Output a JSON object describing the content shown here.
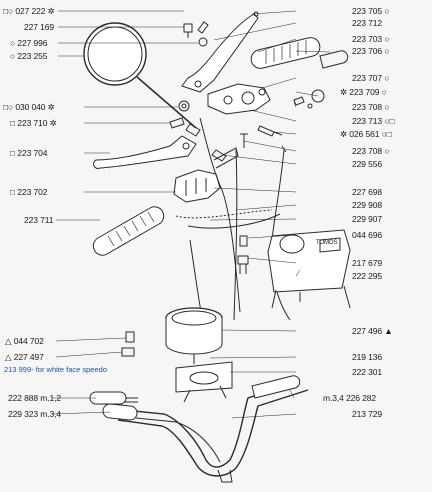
{
  "labels_left": [
    {
      "prefix": "□○",
      "code": "027 222",
      "suffix": "✲"
    },
    {
      "prefix": "",
      "code": "227 169",
      "suffix": ""
    },
    {
      "prefix": "○",
      "code": "227 996",
      "suffix": ""
    },
    {
      "prefix": "○",
      "code": "223 255",
      "suffix": ""
    },
    {
      "prefix": "□○",
      "code": "030 040",
      "suffix": "✲"
    },
    {
      "prefix": "□",
      "code": "223 710",
      "suffix": "✲"
    },
    {
      "prefix": "□",
      "code": "223 704",
      "suffix": ""
    },
    {
      "prefix": "□",
      "code": "223 702",
      "suffix": ""
    },
    {
      "prefix": "",
      "code": "223 711",
      "suffix": ""
    },
    {
      "prefix": "△",
      "code": "044 702",
      "suffix": ""
    },
    {
      "prefix": "△",
      "code": "227 497",
      "suffix": ""
    },
    {
      "prefix": "",
      "code": "222 888",
      "suffix": "m.1,2"
    },
    {
      "prefix": "",
      "code": "229 323",
      "suffix": "m.3,4"
    }
  ],
  "labels_right": [
    {
      "prefix": "",
      "code": "223 705",
      "suffix": "○"
    },
    {
      "prefix": "",
      "code": "223 712",
      "suffix": ""
    },
    {
      "prefix": "",
      "code": "223 703",
      "suffix": "○"
    },
    {
      "prefix": "",
      "code": "223 706",
      "suffix": "○"
    },
    {
      "prefix": "",
      "code": "223 707",
      "suffix": "○"
    },
    {
      "prefix": "✲",
      "code": "223 709",
      "suffix": "○"
    },
    {
      "prefix": "",
      "code": "223 708",
      "suffix": "○"
    },
    {
      "prefix": "",
      "code": "223 713",
      "suffix": "○□"
    },
    {
      "prefix": "✲",
      "code": "026 561",
      "suffix": "○□"
    },
    {
      "prefix": "",
      "code": "223 708",
      "suffix": "○"
    },
    {
      "prefix": "",
      "code": "229 556",
      "suffix": ""
    },
    {
      "prefix": "",
      "code": "227 698",
      "suffix": ""
    },
    {
      "prefix": "",
      "code": "229 908",
      "suffix": ""
    },
    {
      "prefix": "",
      "code": "229 907",
      "suffix": ""
    },
    {
      "prefix": "",
      "code": "044 696",
      "suffix": ""
    },
    {
      "prefix": "",
      "code": "217 679",
      "suffix": ""
    },
    {
      "prefix": "",
      "code": "222 295",
      "suffix": ""
    },
    {
      "prefix": "",
      "code": "227 496",
      "suffix": "▲"
    },
    {
      "prefix": "",
      "code": "219 136",
      "suffix": ""
    },
    {
      "prefix": "",
      "code": "222 301",
      "suffix": ""
    },
    {
      "prefix": "m.3,4",
      "code": "226 282",
      "suffix": ""
    },
    {
      "prefix": "",
      "code": "213 729",
      "suffix": ""
    }
  ],
  "note": "213 999- for white face speedo",
  "dash_text": "TOMOS",
  "colors": {
    "line": "#2a2a2a",
    "label": "#1a1a1a",
    "note": "#1a50b0",
    "background": "#f7f6f4"
  }
}
